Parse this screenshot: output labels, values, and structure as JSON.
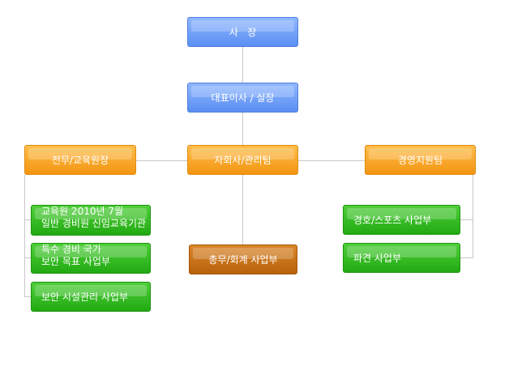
{
  "org": {
    "ceo": "사   장",
    "president": "대표이사 / 실장",
    "executive_director": "전무/교육원장",
    "subsidiary_team": "자회사/관리팀",
    "management_support": "경영지원팀",
    "training_center_line1": "교육원 2010년 7월",
    "training_center_line2": "일반 경비원 신임교육기관",
    "special_security_line1": "특수 경비 국가",
    "special_security_line2": "보안 목표 사업부",
    "facility_security": "보안 시설관리 사업부",
    "accounting": "총무/회계 사업부",
    "escort_sports": "경호/스포츠 사업부",
    "dispatch": "파견 사업부"
  },
  "colors": {
    "blue": "#5b8ef2",
    "orange": "#f39512",
    "green": "#22aa12",
    "brown": "#b8620c",
    "line": "#c8c8c8"
  }
}
